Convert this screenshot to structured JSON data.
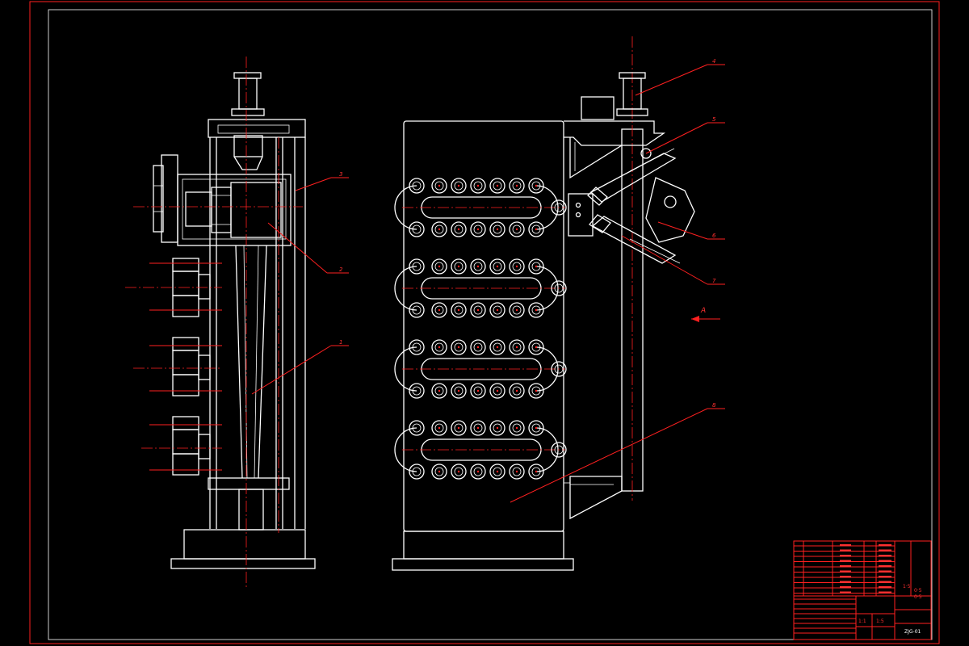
{
  "drawing": {
    "background": "#000000",
    "line_color": "#ffffff",
    "annotation_color": "#ff2020",
    "part_labels": [
      "1",
      "2",
      "3",
      "4",
      "5",
      "6",
      "7",
      "8"
    ],
    "view_marker": "A"
  },
  "title_block": {
    "drawing_number": "ZJG-01",
    "scale_values": [
      "1:1",
      "1:5"
    ],
    "dimension_cells": [
      "1·5",
      "0·5",
      "0·5"
    ]
  }
}
